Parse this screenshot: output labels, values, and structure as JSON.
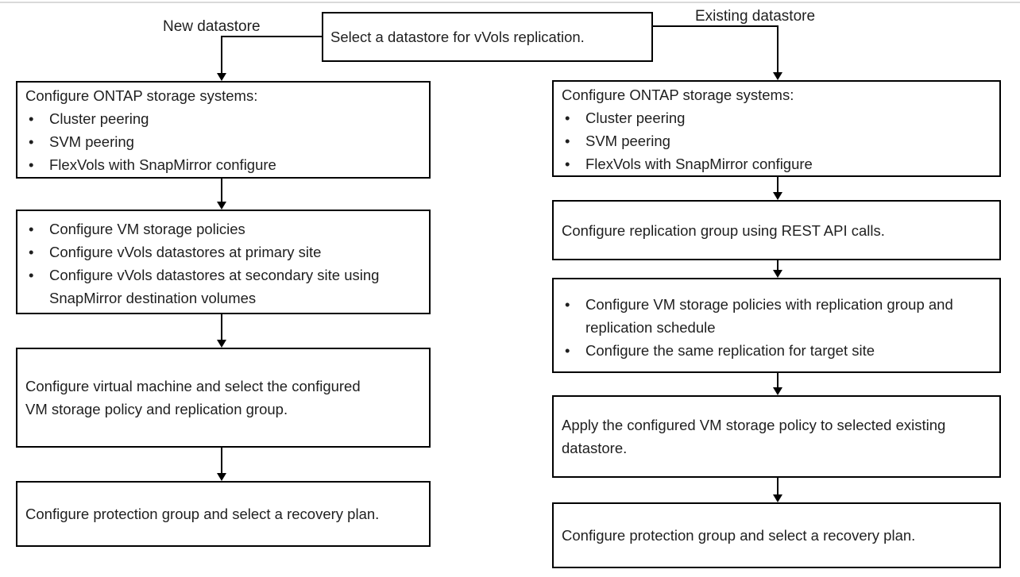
{
  "colors": {
    "line": "#000000",
    "text": "#1f1f1f",
    "page_bg": "#ffffff",
    "top_divider": "#d9d9d9",
    "box_bg": "#ffffff"
  },
  "bullet_char": "•",
  "flowchart": {
    "root_box": {
      "text": "Select a datastore for vVols replication."
    },
    "left_branch": {
      "label": "New datastore",
      "boxes": [
        {
          "title": "Configure ONTAP storage systems:",
          "bullets": [
            "Cluster peering",
            "SVM peering",
            "FlexVols with SnapMirror configure"
          ]
        },
        {
          "bullets": [
            "Configure VM storage policies",
            "Configure vVols datastores at primary site",
            "Configure vVols datastores at secondary site using SnapMirror destination volumes"
          ]
        },
        {
          "text": "Configure virtual machine and select the configured VM storage policy and replication group."
        },
        {
          "text": "Configure protection group and select a recovery plan."
        }
      ]
    },
    "right_branch": {
      "label": "Existing  datastore",
      "boxes": [
        {
          "title": "Configure ONTAP storage systems:",
          "bullets": [
            "Cluster peering",
            "SVM peering",
            "FlexVols with SnapMirror configure"
          ]
        },
        {
          "text": "Configure replication group using REST API calls."
        },
        {
          "bullets": [
            "Configure VM storage policies with replication group and replication schedule",
            "Configure the same replication for target site"
          ]
        },
        {
          "text": "Apply the configured VM storage policy to selected existing datastore."
        },
        {
          "text": "Configure protection group and select a recovery plan."
        }
      ]
    }
  }
}
